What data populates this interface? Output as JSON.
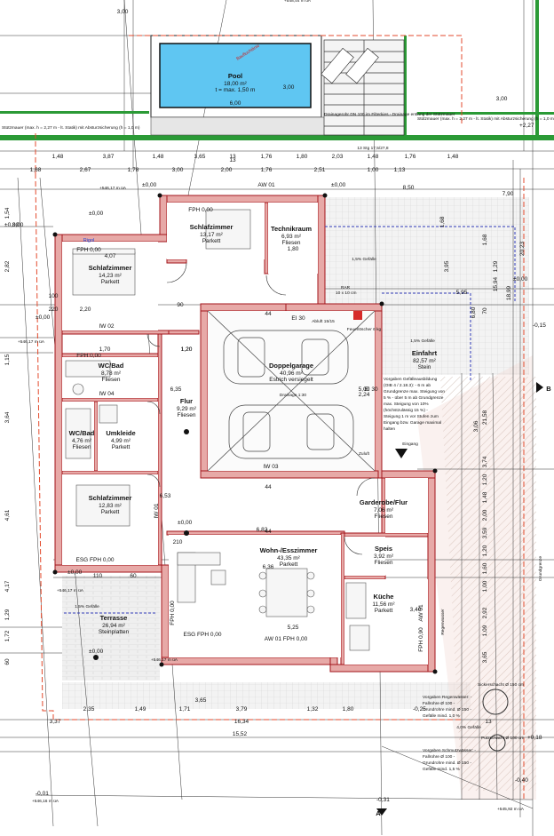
{
  "colors": {
    "wall_fill": "#e7a9a7",
    "wall_line": "#a3151b",
    "pool": "#5fc6f2",
    "green": "#2b9a36",
    "boundary": "#e34a2c",
    "slope": "#2f3ab7",
    "hatch": "#d6c9c2"
  },
  "rooms": [
    {
      "id": "pool",
      "name": "Pool",
      "area": "18,00 m²",
      "note": "t = max. 1,50 m"
    },
    {
      "id": "schlafzimmer1",
      "name": "Schlafzimmer",
      "area": "14,23 m²",
      "floor": "Parkett"
    },
    {
      "id": "schlafzimmer2",
      "name": "Schlafzimmer",
      "area": "13,17 m²",
      "floor": "Parkett"
    },
    {
      "id": "technikraum",
      "name": "Technikraum",
      "area": "6,93 m²",
      "floor": "Fliesen"
    },
    {
      "id": "wcbad1",
      "name": "WC/Bad",
      "area": "8,78 m²",
      "floor": "Fliesen"
    },
    {
      "id": "wcbad2",
      "name": "WC/Bad",
      "area": "4,76 m²",
      "floor": "Fliesen"
    },
    {
      "id": "umkleide",
      "name": "Umkleide",
      "area": "4,99 m²",
      "floor": "Parkett"
    },
    {
      "id": "flur",
      "name": "Flur",
      "area": "9,29 m²",
      "floor": "Fliesen"
    },
    {
      "id": "doppelgarage",
      "name": "Doppelgarage",
      "area": "40,96 m²",
      "floor": "Estrich versiegelt"
    },
    {
      "id": "schlafzimmer3",
      "name": "Schlafzimmer",
      "area": "12,83 m²",
      "floor": "Parkett"
    },
    {
      "id": "garderobe",
      "name": "Garderobe/Flur",
      "area": "7,06 m²",
      "floor": "Fliesen"
    },
    {
      "id": "wohnen",
      "name": "Wohn-/Esszimmer",
      "area": "43,35 m²",
      "floor": "Parkett"
    },
    {
      "id": "speis",
      "name": "Speis",
      "area": "3,92 m²",
      "floor": "Fliesen"
    },
    {
      "id": "kueche",
      "name": "Küche",
      "area": "11,56 m²",
      "floor": "Parkett"
    },
    {
      "id": "terrasse",
      "name": "Terrasse",
      "area": "26,94 m²",
      "floor": "Steinplatten"
    },
    {
      "id": "einfahrt",
      "name": "Einfahrt",
      "area": "82,57 m²",
      "floor": "Stein"
    }
  ],
  "labels": {
    "pool_depth_dim": "6,00",
    "stuetzmauer_left": "Stützmauer (max. h = 2,27 m - lt. Statik) mit Absturzsicherung (h = 1,0 m)",
    "stuetzmauer_right": "Stützmauer (max. h = 2,27 m - lt. Statik) mit Absturzsicherung (h = 1,0 m)",
    "drainage": "Drainagerohr DN 100 im Filterkies - Drainage entlang der Stützmauer",
    "stufen": "13 Stg 17,5/27,8",
    "aw01_top": "AW 01",
    "aw01_bottom": "AW 01 FPH 0,00",
    "iw02": "IW 02",
    "iw03": "IW 03",
    "iw04": "IW 04",
    "iw01": "IW 01",
    "fph_top": "FPH 0,00",
    "fph_left": "FPH 0,00",
    "fph_wc": "FPH 0,00",
    "fph_esg": "ESG FPH 0,00",
    "esg_bottom": "ESG FPH 0,00",
    "fph_vert": "FPH 0,00",
    "fph_090": "FPH 0,90",
    "aw01_vert": "AW 01",
    "garage_ei": "EI 30",
    "garage_abluft": "Abluft 15/15",
    "garage_ei2": "EI 30",
    "garage_drain": "Drainage 1:30",
    "feuerloescher": "Feuerlöscher 6 kg",
    "zuluft": "Zuluft",
    "gefaelle_15_top": "1,5% Gefälle",
    "gefaelle_15_right": "1,5% Gefälle",
    "gefaelle_15_ter": "1,5% Gefälle",
    "gefaelle_40": "4,0% Gefälle",
    "gefaelle_box": "Vorgaben Gefälleausbildung (OIB 4 / 2.18.3): - 6 m ab Grundgrenze max. Steigung von 5 % - über 5 m ab Grundgrenze max. Steigung von 10% (höchstzulässig 15 %) - Steigung 1 m vor Stufen zum Eingang bzw. Garage maximal halten",
    "eingang": "Eingang",
    "rar": "RAR",
    "rar10": "10 x 10 cm",
    "rigol": "Rigol",
    "regenwasser": "Regenwasser",
    "sickerschacht": "Sickerschacht Ø 150 cm",
    "vorgaben_regen": "Vorgaben Regenwässer: - Fallrohre Ø 100 - Grundrohre mind. Ø 150 - Gefälle mind. 1,0 %",
    "vorgaben_schmutz": "Vorgaben Schmutzwässer: - Fallrohre Ø 100 - Grundrohre mind. Ø 150 - Gefälle mind. 1,5 %",
    "putzschacht": "Putzschacht Ø 100 cm",
    "grundgrenze": "Grundgrenze",
    "baufluchtlinie": "Baufluchtlinie",
    "section_a": "A",
    "section_b": "B",
    "lev_54617": "+546,17 m üA",
    "lev_54617b": "+546,17 m üA",
    "lev_54844": "+548,44 m üA",
    "lev_54616": "+546,16 m üA",
    "lev_54592": "+545,92 m üA",
    "lev_54617c": "+546,17 m üA",
    "lev_54617d": "+546,17 m üA",
    "lev_pm0_a": "±0,00",
    "lev_pm0_b": "±0,00",
    "lev_pm0_c": "±0,00",
    "lev_pm0_d": "±0,00",
    "lev_pm0_e": "±0,00",
    "lev_pm0_f": "±0,00",
    "lev_pm0_g": "±0,00",
    "lev_pm0_h": "±0,00",
    "lev_227": "+2,27",
    "lev_m025": "-0,25",
    "lev_m031": "-0,31",
    "lev_m040": "-0,40",
    "lev_m018": "+0,18",
    "lev_m001": "-0,01",
    "lev_m015": "-0,15",
    "lev_m0": "±0,00"
  },
  "dims": {
    "row1": [
      "1,48",
      "3,87",
      "1,48",
      "3,65",
      "13",
      "1,76",
      "1,80",
      "2,03",
      "1,48",
      "1,76",
      "1,48"
    ],
    "row2": [
      "1,68",
      "2,67",
      "1,78",
      "3,00",
      "2,00",
      "1,76",
      "2,51",
      "1,00",
      "1,13"
    ],
    "bottom1": [
      "2,35",
      "1,49",
      "1,71",
      "3,79",
      "1,32",
      "1,80"
    ],
    "bottom2": [
      "3,37",
      "16,34",
      "13"
    ],
    "bottom3": [
      "15,52"
    ],
    "left": [
      "1,54",
      "2,82",
      "1,15",
      "3,64",
      "4,61",
      "4,17",
      "1,29",
      "1,72",
      "60"
    ],
    "right": [
      "1,68",
      "20,23",
      "3,95",
      "15,94",
      "18,99",
      "6,80",
      "1,68",
      "1,20",
      "1,48",
      "2,00",
      "3,59",
      "1,29",
      "70",
      "3,06",
      "21,58",
      "1,60",
      "1,20",
      "1,00",
      "2,92",
      "1,09",
      "3,65",
      "3,74"
    ],
    "misc": [
      "3,00",
      "3,00",
      "8,50",
      "5,95",
      "6,35",
      "6,82",
      "6,36",
      "6,53",
      "3,40",
      "3,65",
      "1,80",
      "4,07",
      "1,20",
      "1,70",
      "2,20",
      "1,20",
      "7,90",
      "3,00",
      "3,00",
      "13",
      "5,00",
      "2,24",
      "44",
      "44",
      "44",
      "90",
      "210",
      "100",
      "220",
      "110",
      "60",
      "5,25"
    ]
  }
}
